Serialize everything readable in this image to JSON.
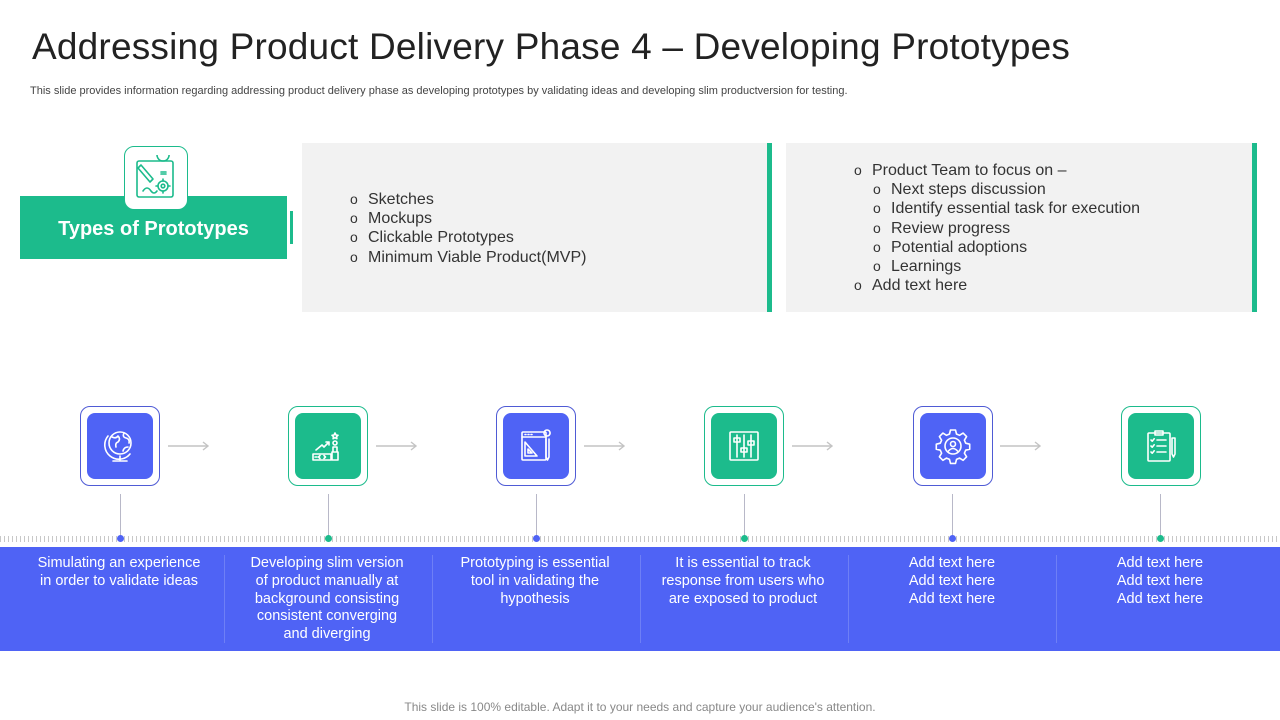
{
  "slide": {
    "title": "Addressing Product Delivery Phase 4 – Developing Prototypes",
    "subtitle": "This slide provides information regarding addressing product delivery phase as developing prototypes by validating ideas and developing slim productversion for testing.",
    "footer": "This slide is 100% editable. Adapt it to your needs and capture your audience's attention."
  },
  "types_block": {
    "label": "Types of Prototypes",
    "icon": "sketch-idea-icon"
  },
  "left_panel": {
    "items": [
      "Sketches",
      "Mockups",
      "Clickable Prototypes",
      "Minimum Viable Product(MVP)"
    ]
  },
  "right_panel": {
    "items": [
      "Product Team to focus on –",
      "Next steps discussion",
      "Identify  essential task for execution",
      "Review progress",
      "Potential adoptions",
      "Learnings",
      "Add text here"
    ]
  },
  "steps": [
    {
      "icon": "globe-icon",
      "lines": [
        "Simulating an experience",
        "in order to validate ideas"
      ]
    },
    {
      "icon": "growth-stairs-icon",
      "lines": [
        "Developing slim version",
        "of product manually at",
        "background consisting",
        "consistent converging",
        "and diverging"
      ]
    },
    {
      "icon": "design-tools-icon",
      "lines": [
        "Prototyping is essential",
        "tool in validating the",
        "hypothesis"
      ]
    },
    {
      "icon": "sliders-icon",
      "lines": [
        "It is essential to track",
        "response from users who",
        "are exposed to product"
      ]
    },
    {
      "icon": "gear-user-icon",
      "lines": [
        "Add text here",
        "Add text here",
        "Add text here"
      ]
    },
    {
      "icon": "checklist-icon",
      "lines": [
        "Add text here",
        "Add text here",
        "Add text here"
      ]
    }
  ],
  "colors": {
    "green": "#1cbb8c",
    "blue": "#4f63f5",
    "panel_bg": "#f2f2f2"
  }
}
